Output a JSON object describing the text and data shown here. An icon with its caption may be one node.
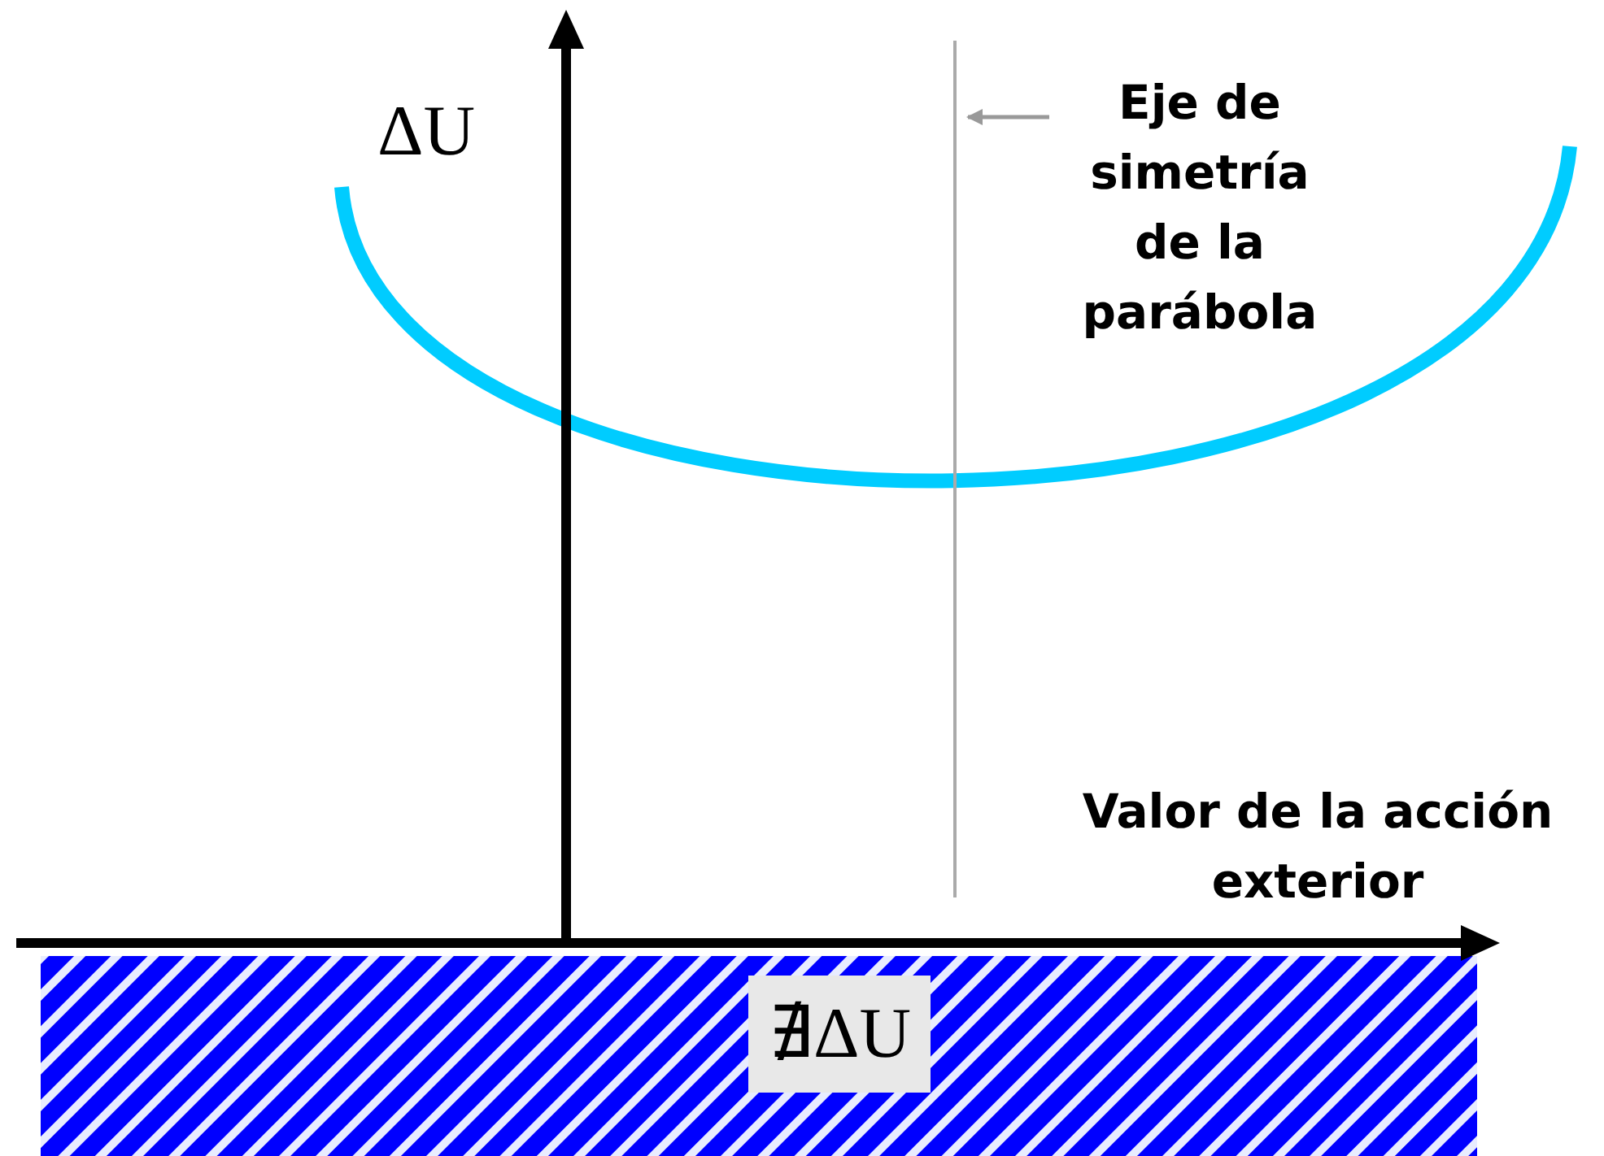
{
  "diagram": {
    "nodes": [
      {
        "text": [
          "Eje de simetría de la parábola"
        ]
      },
      {
        "text": [],
        "shape": "bar"
      }
    ],
    "edges": [
      {
        "from": 0,
        "to": 1,
        "arrow": "to",
        "color": "#999999"
      }
    ],
    "labels": [
      "ΔU",
      "Valor de la acción exterior",
      "∄ΔU"
    ]
  }
}
